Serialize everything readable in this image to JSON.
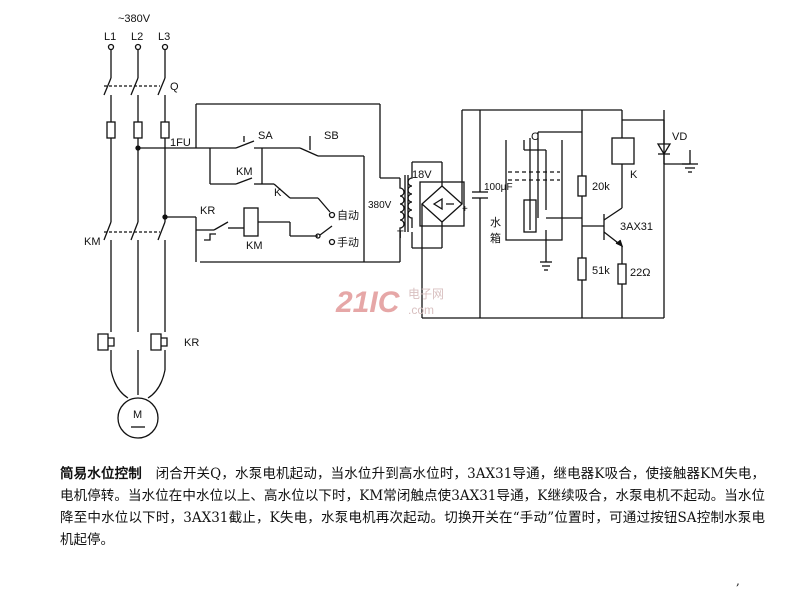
{
  "labels": {
    "supply": "~380V",
    "l1": "L1",
    "l2": "L2",
    "l3": "L3",
    "switch_q": "Q",
    "fuse": "1FU",
    "sa": "SA",
    "sb": "SB",
    "km_contact": "KM",
    "k_contact": "K",
    "kr_contact": "KR",
    "km_coil": "KM",
    "auto": "自动",
    "manual": "手动",
    "transformer_primary": "380V",
    "transformer": "T",
    "secondary": "18V",
    "capacitor": "100μF",
    "tank_char1": "水",
    "tank_char2": "箱",
    "electrode_c": "C",
    "r20k": "20k",
    "r51k": "51k",
    "r22": "22Ω",
    "transistor": "3AX31",
    "relay_k": "K",
    "diode_vd": "VD",
    "km_main": "KM",
    "kr_main": "KR",
    "motor": "M"
  },
  "watermark": {
    "logo": "21IC",
    "site_cn": "电子网",
    "site": ".com"
  },
  "caption": {
    "title": "简易水位控制",
    "body": "闭合开关Q，水泵电机起动，当水位升到高水位时，3AX31导通，继电器K吸合，使接触器KM失电，电机停转。当水位在中水位以上、高水位以下时，KM常闭触点使3AX31导通，K继续吸合，水泵电机不起动。当水位降至中水位以下时，3AX31截止，K失电，水泵电机再次起动。切换开关在“手动”位置时，可通过按钮SA控制水泵电机起停。"
  },
  "footmark": ","
}
